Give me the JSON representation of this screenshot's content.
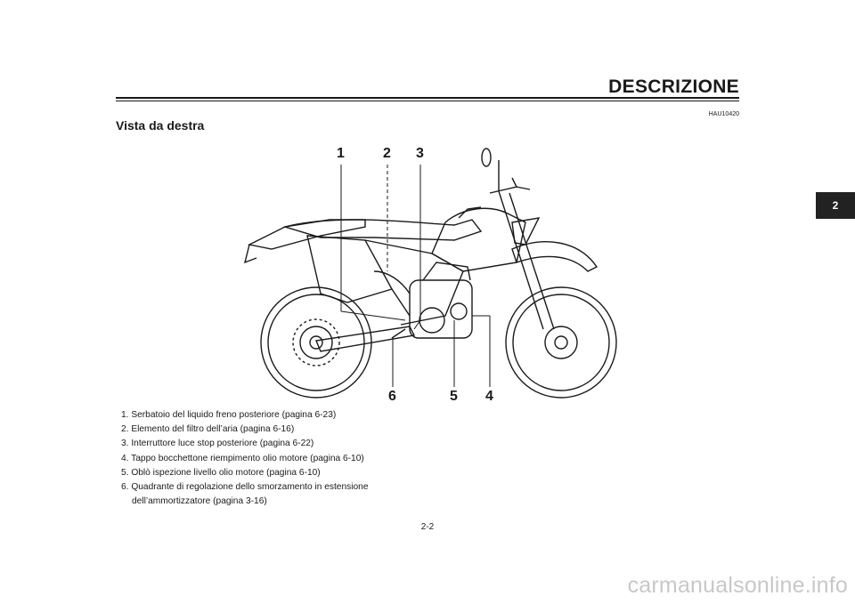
{
  "header": {
    "title": "DESCRIZIONE",
    "code": "HAU10420"
  },
  "section_title": "Vista da destra",
  "chapter_tab": "2",
  "callouts": [
    "1",
    "2",
    "3",
    "4",
    "5",
    "6"
  ],
  "legend": [
    {
      "label": "1. Serbatoio del liquido freno posteriore (pagina 6-23)"
    },
    {
      "label": "2. Elemento del filtro dell’aria (pagina 6-16)"
    },
    {
      "label": "3. Interruttore luce stop posteriore (pagina 6-22)"
    },
    {
      "label": "4. Tappo bocchettone riempimento olio motore (pagina 6-10)"
    },
    {
      "label": "5. Oblò ispezione livello olio motore (pagina 6-10)"
    },
    {
      "label": "6. Quadrante di regolazione dello smorzamento in estensione",
      "continuation": "dell’ammortizzatore (pagina 3-16)"
    }
  ],
  "page_number": "2-2",
  "watermark": "carmanualsonline.info"
}
